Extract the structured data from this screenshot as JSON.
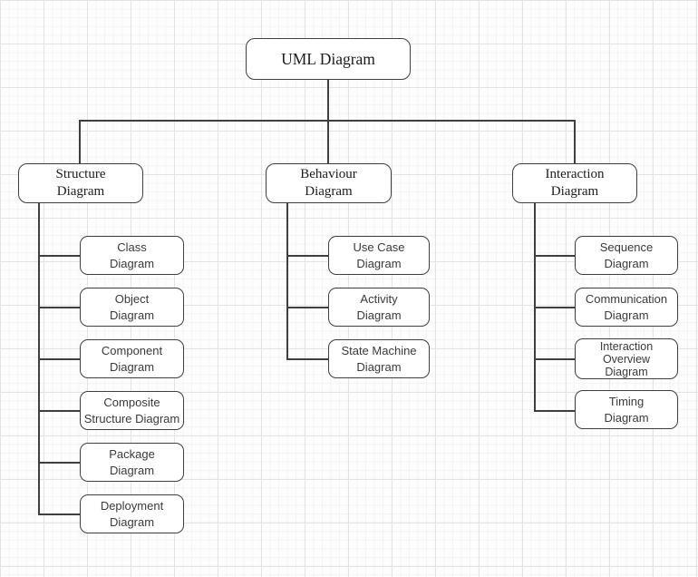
{
  "diagram_title": "UML Diagram",
  "colors": {
    "box_border": "#3f3f3f",
    "box_fill": "#ffffff",
    "text": "#1c1c1c",
    "leaf_text": "#3a3a3a",
    "connector": "#3f3f3f",
    "grid_major": "#e3e3e3",
    "grid_minor": "#f3f3f3"
  },
  "nodes": {
    "root": {
      "label": "UML Diagram"
    },
    "structure": {
      "label": "Structure\nDiagram"
    },
    "behaviour": {
      "label": "Behaviour\nDiagram"
    },
    "interaction": {
      "label": "Interaction\nDiagram"
    },
    "structure_children": [
      {
        "label": "Class\nDiagram"
      },
      {
        "label": "Object\nDiagram"
      },
      {
        "label": "Component\nDiagram"
      },
      {
        "label": "Composite\nStructure Diagram"
      },
      {
        "label": "Package\nDiagram"
      },
      {
        "label": "Deployment\nDiagram"
      }
    ],
    "behaviour_children": [
      {
        "label": "Use Case\nDiagram"
      },
      {
        "label": "Activity\nDiagram"
      },
      {
        "label": "State Machine\nDiagram"
      }
    ],
    "interaction_children": [
      {
        "label": "Sequence\nDiagram"
      },
      {
        "label": "Communication\nDiagram"
      },
      {
        "label": "Interaction\nOverview\nDiagram"
      },
      {
        "label": "Timing\nDiagram"
      }
    ]
  }
}
